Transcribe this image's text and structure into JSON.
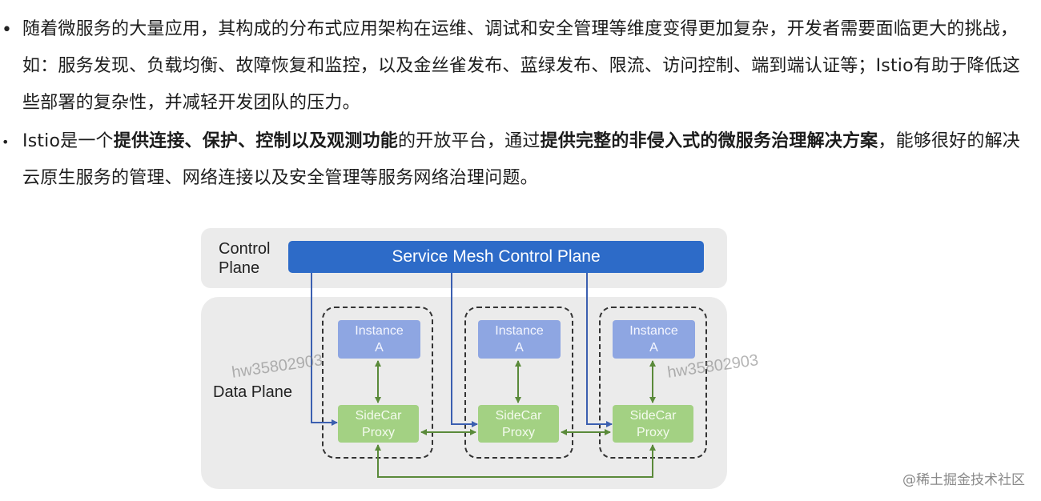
{
  "bullets": [
    {
      "marker": "•",
      "text": "随着微服务的大量应用，其构成的分布式应用架构在运维、调试和安全管理等维度变得更加复杂，开发者需要面临更大的挑战，如：服务发现、负载均衡、故障恢复和监控，以及金丝雀发布、蓝绿发布、限流、访问控制、端到端认证等；Istio有助于降低这些部署的复杂性，并减轻开发团队的压力。"
    },
    {
      "marker": "•",
      "part1": "Istio是一个",
      "bold1": "提供连接、保护、控制以及观测功能",
      "part2": "的开放平台，通过",
      "bold2": "提供完整的非侵入式的微服务治理解决方案",
      "part3": "，能够很好的解决云原生服务的管理、网络连接以及安全管理等服务网络治理问题。"
    }
  ],
  "diagram": {
    "control_plane_label": "Control Plane",
    "data_plane_label": "Data Plane",
    "control_plane_bar": "Service Mesh Control Plane",
    "pods": [
      {
        "instance_line1": "Instance",
        "instance_line2": "A",
        "sidecar_line1": "SideCar",
        "sidecar_line2": "Proxy"
      },
      {
        "instance_line1": "Instance",
        "instance_line2": "A",
        "sidecar_line1": "SideCar",
        "sidecar_line2": "Proxy"
      },
      {
        "instance_line1": "Instance",
        "instance_line2": "A",
        "sidecar_line1": "SideCar",
        "sidecar_line2": "Proxy"
      }
    ],
    "colors": {
      "control_bar": "#2d6bc8",
      "instance": "#8ea6e2",
      "sidecar": "#a3d183",
      "control_arrow": "#3b5fb0",
      "data_arrow": "#5a8a3a",
      "plane_bg": "#ebebeb"
    }
  },
  "watermarks": {
    "user_id_left": "hw35802903",
    "user_id_right": "hw35802903",
    "site": "@稀土掘金技术社区"
  }
}
